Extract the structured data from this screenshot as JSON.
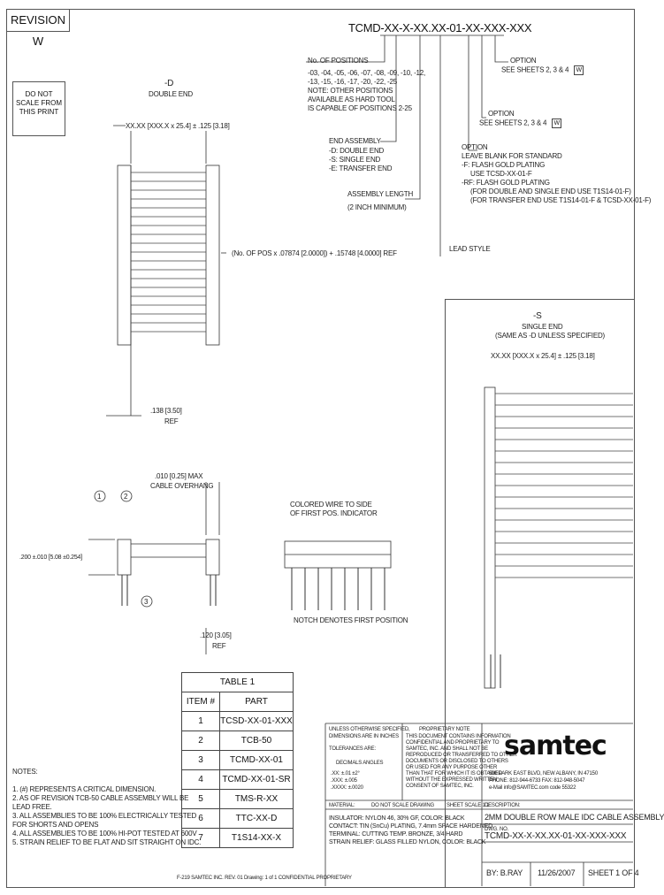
{
  "revision": "REVISION W",
  "do_not_scale": "DO NOT SCALE FROM THIS PRINT",
  "part_number": "TCMD-XX-X-XX.XX-01-XX-XXX-XXX",
  "option_1": {
    "label": "OPTION",
    "ref": "SEE SHEETS 2, 3 & 4",
    "rev": "W"
  },
  "option_2": {
    "label": "OPTION",
    "ref": "SEE SHEETS 2, 3 & 4",
    "rev": "W"
  },
  "option_3": {
    "label": "OPTION",
    "lines": [
      "LEAVE BLANK FOR STANDARD",
      "-F: FLASH GOLD PLATING",
      "USE TCSD-XX-01-F",
      "-RF: FLASH GOLD PLATING",
      "(FOR DOUBLE AND SINGLE END USE T1S14-01-F)",
      "(FOR TRANSFER END USE T1S14-01-F & TCSD-XX-01-F)"
    ]
  },
  "positions": {
    "label": "No. OF POSITIONS",
    "lines": [
      "-03, -04, -05, -06, -07, -08, -09, -10, -12,",
      "-13, -15, -16, -17, -20, -22, -25",
      "NOTE: OTHER POSITIONS",
      "AVAILABLE AS HARD TOOL",
      "IS CAPABLE OF POSITIONS 2-25"
    ]
  },
  "end_assembly": {
    "label": "END ASSEMBLY",
    "lines": [
      "-D: DOUBLE END",
      "-S: SINGLE END",
      "-E: TRANSFER END"
    ]
  },
  "assembly_length": {
    "label": "ASSEMBLY LENGTH",
    "note": "(2 INCH MINIMUM)"
  },
  "lead_style": "LEAD STYLE",
  "view_d": {
    "title": "-D",
    "subtitle": "DOUBLE END",
    "dim": "XX.XX [XXX.X x 25.4] ± .125 [3.18]"
  },
  "pos_formula": "(No. OF POS x .07874 [2.0000]) + .15748 [4.0000] REF",
  "ref_138": ".138 [3.50]",
  "ref_label": "REF",
  "view_s": {
    "title": "-S",
    "subtitle": "SINGLE END",
    "note": "(SAME AS -D UNLESS SPECIFIED)",
    "dim": "XX.XX [XXX.X x 25.4] ± .125 [3.18]"
  },
  "overhang": {
    "dim": ".010 [0.25] MAX",
    "label": "CABLE OVERHANG"
  },
  "height_dim": ".200 ±.010 [5.08 ±0.254]",
  "ref_120": ".120 [3.05]",
  "colored_wire": [
    "COLORED WIRE TO SIDE",
    "OF FIRST POS. INDICATOR"
  ],
  "notch": "NOTCH DENOTES FIRST POSITION",
  "callouts": [
    "1",
    "2",
    "3"
  ],
  "table": {
    "title": "TABLE 1",
    "headers": [
      "ITEM #",
      "PART"
    ],
    "rows": [
      [
        "1",
        "TCSD-XX-01-XXX"
      ],
      [
        "2",
        "TCB-50"
      ],
      [
        "3",
        "TCMD-XX-01"
      ],
      [
        "4",
        "TCMD-XX-01-SR"
      ],
      [
        "5",
        "TMS-R-XX"
      ],
      [
        "6",
        "TTC-XX-D"
      ],
      [
        "7",
        "T1S14-XX-X"
      ]
    ]
  },
  "notes": {
    "title": "NOTES:",
    "lines": [
      "1. (#) REPRESENTS A CRITICAL DIMENSION.",
      "2. AS OF REVISION TCB-50 CABLE ASSEMBLY WILL BE",
      "   LEAD FREE.",
      "3. ALL ASSEMBLIES TO BE 100% ELECTRICALLY TESTED",
      "   FOR SHORTS AND OPENS",
      "4. ALL ASSEMBLIES TO BE 100% HI-POT TESTED AT 600V",
      "5. STRAIN RELIEF TO BE FLAT AND SIT STRAIGHT ON IDC."
    ]
  },
  "tolerances": [
    "UNLESS OTHERWISE SPECIFIED,",
    "DIMENSIONS ARE IN INCHES",
    "TOLERANCES ARE:",
    "DECIMALS  ANGLES",
    ".XX: ±.01  ±2°",
    ".XXX: ±.005",
    ".XXXX: ±.0020"
  ],
  "proprietary": [
    "PROPRIETARY NOTE",
    "THIS DOCUMENT CONTAINS INFORMATION",
    "CONFIDENTIAL AND PROPRIETARY TO",
    "SAMTEC, INC. AND SHALL NOT BE",
    "REPRODUCED OR TRANSFERRED TO OTHER",
    "DOCUMENTS OR DISCLOSED TO OTHERS",
    "OR USED FOR ANY PURPOSE OTHER",
    "THAN THAT FOR WHICH IT IS OBTAINED",
    "WITHOUT THE EXPRESSED WRITTEN",
    "CONSENT OF SAMTEC, INC."
  ],
  "company": {
    "name": "samtec",
    "address": [
      "520 PARK EAST BLVD, NEW ALBANY, IN 47150",
      "PHONE: 812-944-6733  FAX: 812-948-5047",
      "e-Mail info@SAMTEC.com  code 55322"
    ]
  },
  "material": {
    "label": "MATERIAL:",
    "lines": [
      "INSULATOR: NYLON 46, 30% GF, COLOR: BLACK",
      "CONTACT: TIN (SnCu) PLATING, 7.4mm SPACE HARDENED",
      "TERMINAL: CUTTING TEMP. BRONZE, 3/4 HARD",
      "STRAIN RELIEF: GLASS FILLED NYLON, COLOR: BLACK"
    ]
  },
  "scale_note": "DO NOT SCALE DRAWING",
  "sheet_scale": "SHEET SCALE 1:1",
  "description": {
    "label": "DESCRIPTION:",
    "value": "2MM DOUBLE ROW MALE IDC CABLE ASSEMBLY"
  },
  "dwg_no": {
    "label": "DWG. NO.",
    "value": "TCMD-XX-X-XX.XX-01-XX-XXX-XXX"
  },
  "by": {
    "label": "BY:",
    "value": "B.RAY"
  },
  "date": "11/26/2007",
  "sheet": {
    "label": "SHEET",
    "value": "1",
    "of": "OF 4"
  },
  "footer": "F-219 SAMTEC INC. REV. 01 Drawing: 1 of 1 CONFIDENTIAL PROPRIETARY"
}
